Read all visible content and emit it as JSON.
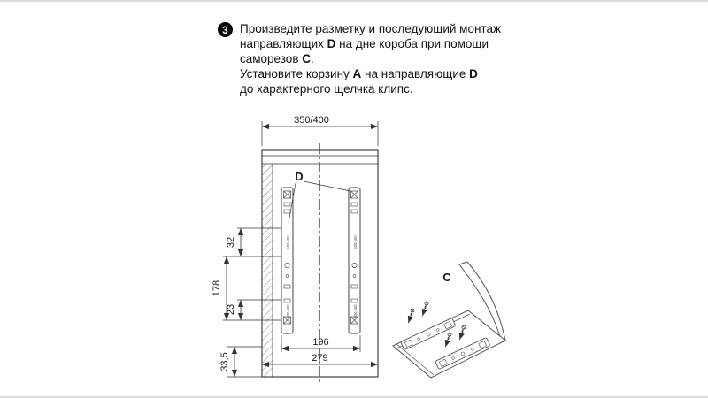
{
  "instructions": {
    "step": "3",
    "l1": "Произведите разметку и последующий монтаж",
    "l2a": "направляющих ",
    "l2b": "D",
    "l2c": " на дне короба при помощи",
    "l3a": "саморезов ",
    "l3b": "C",
    "l3c": ".",
    "l4a": "Установите корзину ",
    "l4b": "A",
    "l4c": " на направляющие ",
    "l4d": "D",
    "l5": "до характерного щелчка клипс."
  },
  "diagram": {
    "dims": {
      "top_width": "350/400",
      "offset_32": "32",
      "offset_178": "178",
      "offset_23": "23",
      "offset_33_5": "33,5",
      "rail_spacing": "196",
      "overall_width": "279"
    },
    "labels": {
      "rails": "D",
      "screws": "C"
    },
    "rail_marking": "500,500"
  }
}
